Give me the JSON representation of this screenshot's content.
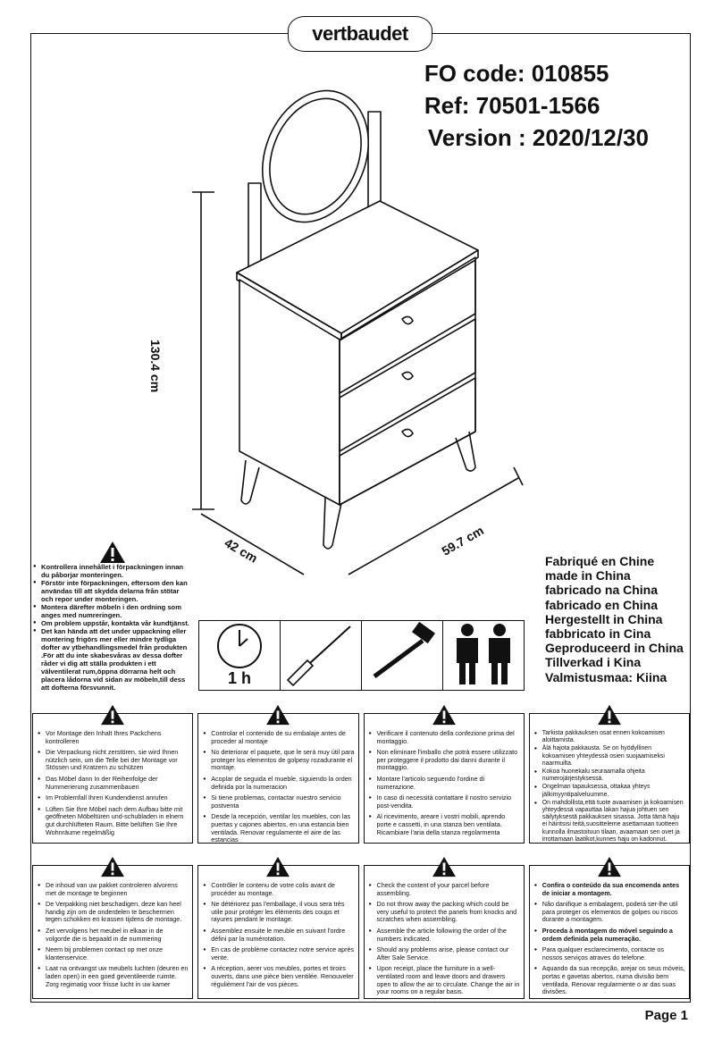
{
  "logo": "vertbaudet",
  "header": {
    "fo_code": "FO code: 010855",
    "ref": "Ref: 70501-1566",
    "version": "Version : 2020/12/30"
  },
  "dimensions": {
    "height": "130.4 cm",
    "depth": "42 cm",
    "width": "59.7 cm"
  },
  "made_in": [
    "Fabriqué en Chine",
    "made in China",
    "fabricado na China",
    "fabricado en China",
    "Hergestellt in China",
    "fabbricato in Cina",
    "Geproduceerd in China",
    "Tillverkad i Kina",
    "Valmistusmaa: Kiina"
  ],
  "assembly_time": "1 h",
  "swedish_warnings": [
    "Kontrollera innehållet i förpackningen innan du påborjar monteringen.",
    "Förstör inte förpackningen, eftersom den kan användas till att skydda delarna från stötar och repor under monteringen.",
    "Montera därefter möbeln i den ordning som anges med numreringen.",
    "Om problem uppstår, kontakta vår kundtjänst.",
    "Det kan hända att det under uppackning eller montering frigörs mer eller mindre tydliga dofter av ytbehandlingsmedel från produkten .För att du inte skabesvåras av dessa dofter råder vi dig att ställa produkten i ett välventilerat rum,öppna dörrarna helt och placera lådorna vid sidan av möbeln,till dess att dofterna försvunnit."
  ],
  "row1": [
    [
      "Vor Montage den Inhalt Ihres Packchens kontrolleren",
      "Die Verpackung nicht zerstören, sie wird Ihnen nützlich sein, um die Telle bei der Montage vor Stössen und Kratzern zu schützen",
      "Das Möbel dann In der Reihenfolge der Nummerierung zusammenbauen",
      "Im Problemfall Ihren Kundendienst anrufen",
      "Lüften Sie Ihre Möbel nach dem Aufbau bitte mit geöffneten Möbeltüren und-schubladen in elnern gut durchlüfteten Raum. Bitte belüften Sie Ihre Wohnräume regelmäßig"
    ],
    [
      "Controlar el contenido de su embalaje antes de proceder al montaje",
      "No deteriorar el paquete, que le será muy útil para proteger los elementos de golpesy rozadurante el montaje.",
      "Acoplar de seguida el mueble, siguiendo la orden definida por la numeracion",
      "Si tiene problemas, contactar nuestro servicio postventa",
      "Desde la recepción, ventilar los muebles, con las puertas y cajones abiertos, en una estancia bien ventilada. Renovar regulamente el aire de las estancias"
    ],
    [
      "Verificare il contenuto della confezione prima del montaggio.",
      "Non eliminare l'imballo che potrà essere utilizzato per proteggere il prodotto dai danni durante il montaggio.",
      "Montare l'articolo seguendo l'ordine di numerazione.",
      "In caso di necessità contattare il nostro servizio post-vendita.",
      "Al ricevimento, areare i vostri mobili, aprendo porte e cassetti, in una stanza ben ventilata. Ricambiare l'aria della stanza regolarmenta"
    ],
    [
      "Tarkista pakkauksen osat ennen kokoamisen aloittamista.",
      "Älä hajota pakkausta. Se on hyödyllinen kokoamisen yhteydessä osien suojaamiseksi naarmuilta.",
      "Kokoa huonekalu seuraamalla ohjeita numerojärjestyksessä.",
      "Ongelman tapauksessa, ottakaa yhteys jälkimyyntipalveluumme.",
      "On mahdollista,että tuote avaamisen ja kokoamisen yhteydessä vapauttaa lakan hajua johtuen sen säilytyksestä pakkauksen sisassa. Jotta tämä haju ei häiritsisi teitä,suositteleme asettamaan tuotteen kunnolla ilmastoituun tilaan, avaamaan sen ovet ja irrottamaan laatikot,kunnes haju on kadonnut."
    ]
  ],
  "row2": [
    [
      "De inhoud van uw pakket controleren alvorens met de montage te beginnen",
      "De Verpakking niet beschadigen, deze kan heel handig zijn om de onderdelen te beschermen tegen schokken en krassen tijdens de montage.",
      "Zet vervolgens het meubel in elkaar in de volgorde die is bepaald in de nummering",
      "Neem bij problemen contact op met onze klantenservice.",
      "Laat na ontvangst uw meubels luchten (deuren en laden open) in een goed geventileerde ruimte. Zorg regimatig voor frisse lucht in uw kamer"
    ],
    [
      "Contrôler le contenu de votre colis avant de procéder au montage.",
      "Ne détériorez pas l'emballage, il vous sera très utile pour protéger les éléments des coups et rayures      pendant le montage.",
      "Assemblez ensuite le meuble en suivant l'ordre défini par la numérotation.",
      "En cas de problème contactez notre service après vente.",
      "A réception, aerer vos meubles, portes et tiroirs ouverts, dans une pièce bien ventilée. Renouveler régulièment l'air de vos pièces."
    ],
    [
      "Check the content of your parcel before assembling.",
      "Do not throw away the packing which could be very useful to protect the panels from knocks and scratches when assembling.",
      "Assemble the article following the order of the numbers indicated.",
      "Should any problems arise, please contact our After Sale Service.",
      "Upon receipt, place the furniture in a well-ventilated room and leave doors and drawers open to allow the air to circulate. Change the air in your rooms on a regular basis."
    ],
    [
      "Confira o conteúdo da sua encomenda antes de iniciar a montagem.",
      "Não danifique a embalagem, poderá ser-lhe util para proteger os elementos de golpes ou riscos durante a montagem.",
      "Proceda à montagem do móvel seguindo a ordem definida pela numeração.",
      "Para qualquer esclarecimento, contacte os nossos serviços atraves do telefone.",
      "Aquando da sua recepção, arejar os seus móveis, portas e gavetas abertos, numa divisão bem ventilada. Renovar regularmente o ar das suas divisões."
    ]
  ],
  "page": "Page 1"
}
